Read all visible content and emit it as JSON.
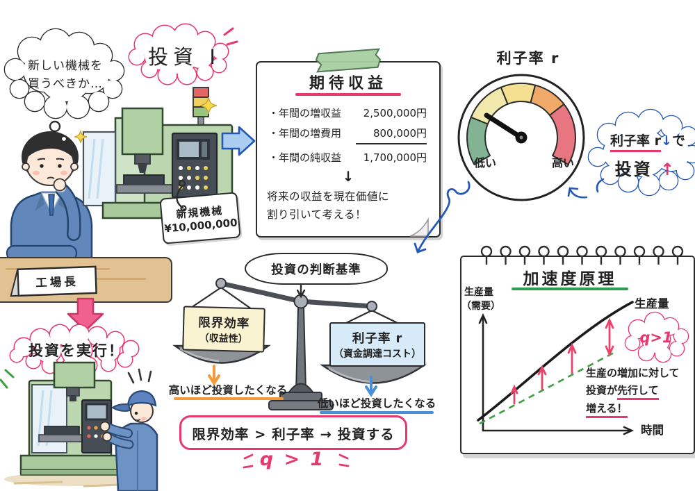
{
  "palette": {
    "pink": "#e8376d",
    "blue": "#2458b8",
    "light_blue": "#4a90d9",
    "orange": "#f59a3c",
    "green": "#2f9e4f",
    "yellow_card": "#faf3d2",
    "blue_card": "#d6eaf8",
    "machine_green": "#bcd7b0"
  },
  "thought": {
    "line1": "新しい機械を",
    "line2": "買うべきか…"
  },
  "title_bubble": {
    "text": "投資 I"
  },
  "machine_tag": {
    "name": "新規機械",
    "price": "¥10,000,000"
  },
  "manager": {
    "plate": "工場長"
  },
  "note": {
    "title": "期待収益",
    "rows": [
      {
        "label": "・年間の増収益",
        "value": "2,500,000円"
      },
      {
        "label": "・年間の増費用",
        "value": "800,000円"
      },
      {
        "label": "・年間の純収益",
        "value": "1,700,000円"
      }
    ],
    "arrow": "↓",
    "footer1": "将来の収益を現在価値に",
    "footer2": "割り引いて考える！"
  },
  "gauge": {
    "title": "利子率 r",
    "low": "低い",
    "high": "高い"
  },
  "interest_cloud": {
    "subject": "利子率 r",
    "down": "↓",
    "particle": "で",
    "object": "投資",
    "up": "↑"
  },
  "balance": {
    "bubble": "投資の判断基準",
    "left_card_line1": "限界効率",
    "left_card_line2": "（収益性）",
    "right_card_line1": "利子率 r",
    "right_card_line2": "（資金調達コスト）",
    "left_note": "高いほど投資したくなる",
    "right_note": "低いほど投資したくなる"
  },
  "conclusion": {
    "formula": "限界効率 > 利子率 → 投資する",
    "q": "q > 1"
  },
  "execute": {
    "text": "投資を実行！"
  },
  "notebook": {
    "title": "加速度原理",
    "ylabel1": "生産量",
    "ylabel2": "（需要）",
    "xlabel": "時間",
    "curve_label": "生産量",
    "q": "q>1",
    "note1": "生産の増加に対して",
    "note2a": "投資が",
    "note2b": "先行して",
    "note3": "増える！"
  }
}
